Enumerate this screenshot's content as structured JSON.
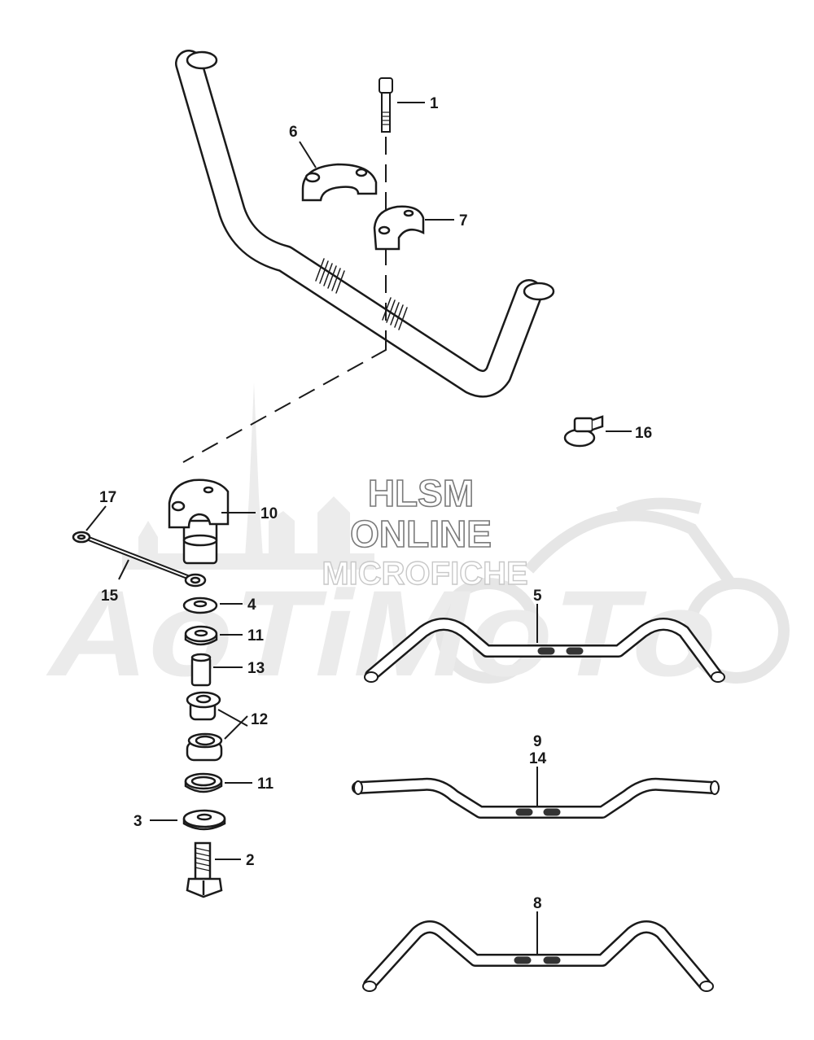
{
  "watermark": {
    "line1": "HLSM",
    "line2": "ONLINE",
    "line3": "MICROFICHE",
    "brand": "AoTiMoTo"
  },
  "callouts": {
    "c1": "1",
    "c2": "2",
    "c3": "3",
    "c4": "4",
    "c5": "5",
    "c6": "6",
    "c7": "7",
    "c8": "8",
    "c9": "9",
    "c10": "10",
    "c11a": "11",
    "c11b": "11",
    "c12": "12",
    "c13": "13",
    "c14": "14",
    "c15": "15",
    "c16": "16",
    "c17": "17"
  },
  "colors": {
    "ink": "#1a1a1a",
    "watermark": "#e6e6e6"
  }
}
